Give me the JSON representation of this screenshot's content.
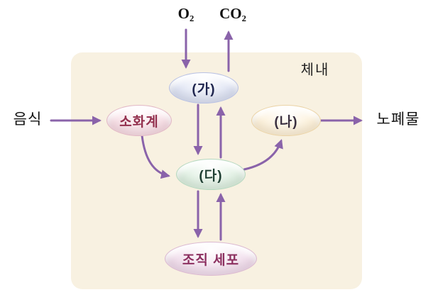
{
  "diagram": {
    "region_label": "체내",
    "gases": {
      "o2": "O₂",
      "co2": "CO₂"
    },
    "external": {
      "input": "음식",
      "output": "노폐물"
    },
    "nodes": {
      "ga": "(가)",
      "digestive": "소화계",
      "na": "(나)",
      "da": "(다)",
      "tissue": "조직 세포"
    },
    "colors": {
      "arrow": "#8a63aa",
      "body_box": "#f8f1e1",
      "ga_fill": "#d8def1",
      "digestive_fill": "#f6d7e0",
      "na_fill": "#fceed2",
      "da_fill": "#d9eddc",
      "tissue_fill": "#efd8e9"
    }
  }
}
